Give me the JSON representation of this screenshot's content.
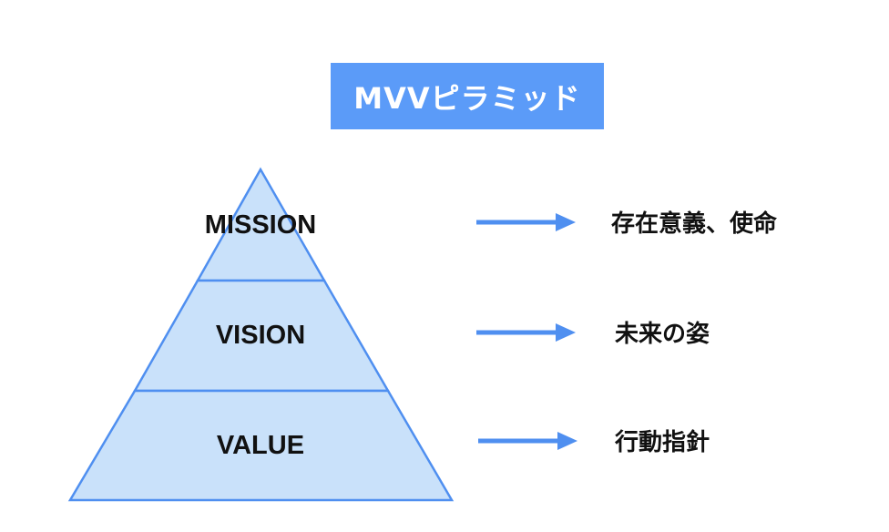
{
  "title": "MVVピラミッド",
  "tiers": [
    {
      "label": "MISSION",
      "description": "存在意義、使命"
    },
    {
      "label": "VISION",
      "description": "未来の姿"
    },
    {
      "label": "VALUE",
      "description": "行動指針"
    }
  ],
  "colors": {
    "title_bg": "#5b9bf8",
    "pyramid_fill": "#c9e1fa",
    "pyramid_stroke": "#4f8ff0",
    "arrow": "#4f8ff0"
  }
}
